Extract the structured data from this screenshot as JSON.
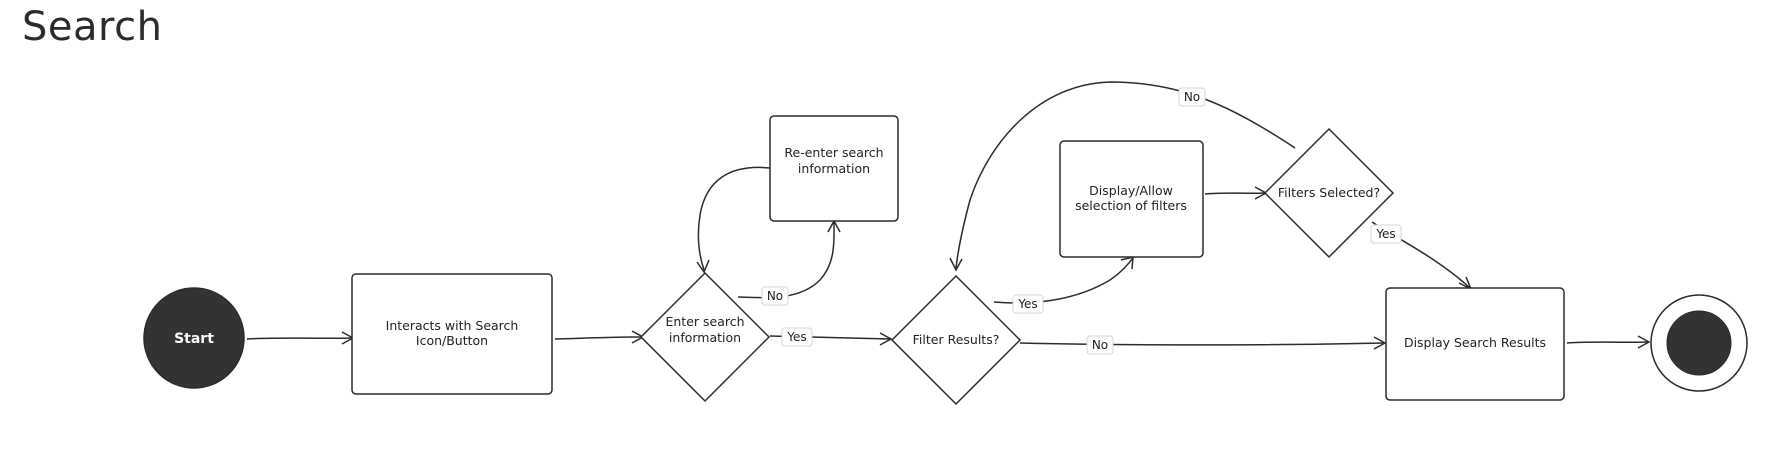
{
  "title": "Search",
  "nodes": {
    "start": "Start",
    "interacts": [
      "Interacts with Search",
      "Icon/Button"
    ],
    "enter_search": [
      "Enter search",
      "information"
    ],
    "reenter_search": [
      "Re-enter search",
      "information"
    ],
    "filter_results": [
      "Filter Results?"
    ],
    "display_filters": [
      "Display/Allow",
      "selection of filters"
    ],
    "filters_selected": [
      "Filters Selected?"
    ],
    "display_results": [
      "Display Search Results"
    ]
  },
  "edge_labels": {
    "enter_no": "No",
    "enter_yes": "Yes",
    "filter_yes": "Yes",
    "filter_no": "No",
    "selected_no": "No",
    "selected_yes": "Yes"
  },
  "colors": {
    "stroke": "#2b2b2b",
    "start_fill": "#333333",
    "end_fill": "#333333"
  }
}
